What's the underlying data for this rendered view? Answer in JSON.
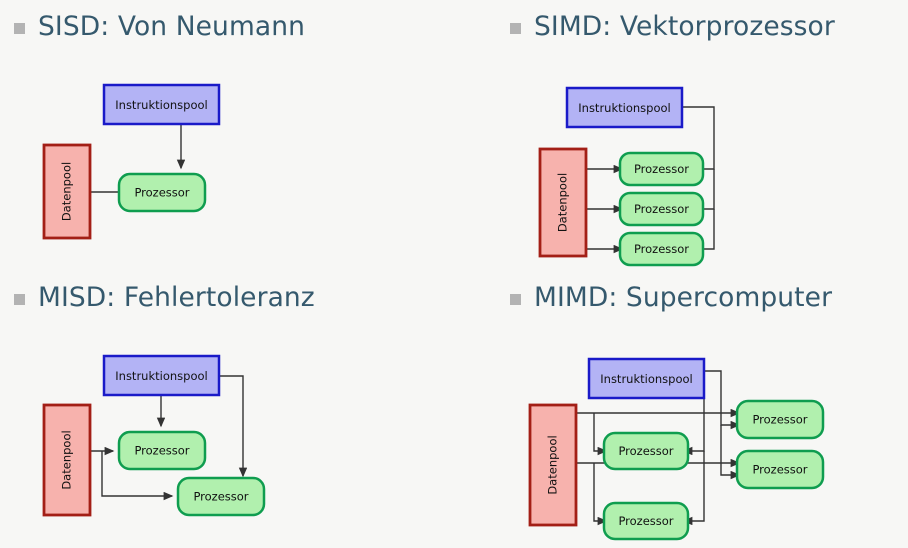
{
  "slide": {
    "background_color": "#f7f7f5",
    "bullet_color": "#b3b3b3",
    "heading_color": "#35596d"
  },
  "palette": {
    "instruction_fill": "#b3b3f5",
    "instruction_stroke": "#1a1ac8",
    "data_fill": "#f7b2ad",
    "data_stroke": "#a31f16",
    "processor_fill": "#b1f0ae",
    "processor_stroke": "#0f9d4f",
    "arrow_color": "#333333"
  },
  "labels": {
    "instruction_pool": "Instruktionspool",
    "data_pool": "Datenpool",
    "processor": "Prozessor"
  },
  "quadrants": [
    {
      "id": "sisd",
      "heading": "SISD: Von Neumann",
      "instruction_pools": 1,
      "data_pools": 1,
      "processors": 1
    },
    {
      "id": "simd",
      "heading": "SIMD: Vektorprozessor",
      "instruction_pools": 1,
      "data_pools": 1,
      "processors": 3
    },
    {
      "id": "misd",
      "heading": "MISD: Fehlertoleranz",
      "instruction_pools": 1,
      "data_pools": 1,
      "processors": 2
    },
    {
      "id": "mimd",
      "heading": "MIMD: Supercomputer",
      "instruction_pools": 1,
      "data_pools": 1,
      "processors": 4
    }
  ]
}
